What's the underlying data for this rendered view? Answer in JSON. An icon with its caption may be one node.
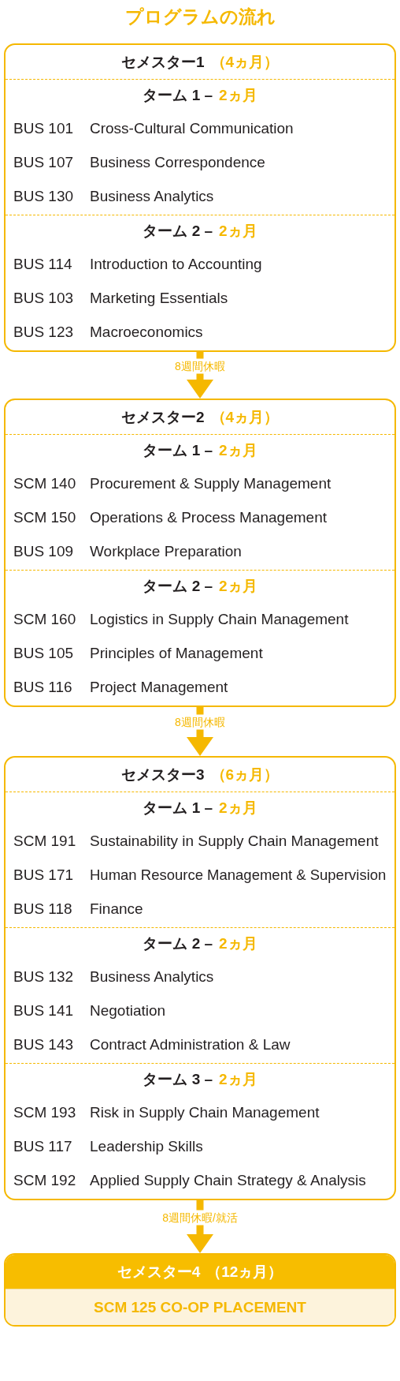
{
  "diagram": {
    "title": "プログラムの流れ",
    "nodes": [
      {
        "text": [
          "セメスター1",
          "（4ヵ月）"
        ]
      },
      {
        "text": [
          "ターム 1 –",
          "2ヵ月",
          "BUS 101",
          "Cross-Cultural Communication",
          "BUS 107",
          "Business Correspondence",
          "BUS 130",
          "Business Analytics"
        ],
        "in": 0
      },
      {
        "text": [
          "ターム 2 –",
          "2ヵ月",
          "BUS 114",
          "Introduction to Accounting",
          "BUS 103",
          "Marketing Essentials",
          "BUS 123",
          "Macroeconomics"
        ],
        "in": 0
      },
      {
        "text": [
          "セメスター2",
          "（4ヵ月）"
        ]
      },
      {
        "text": [
          "ターム 1 –",
          "2ヵ月",
          "SCM 140",
          "Procurement & Supply Management",
          "SCM 150",
          "Operations & Process Management",
          "BUS 109",
          "Workplace Preparation"
        ],
        "in": 3
      },
      {
        "text": [
          "ターム 2 –",
          "2ヵ月",
          "SCM 160",
          "Logistics in Supply Chain Management",
          "BUS 105",
          "Principles of Management",
          "BUS 116",
          "Project Management"
        ],
        "in": 3
      },
      {
        "text": [
          "セメスター3",
          "（6ヵ月）"
        ]
      },
      {
        "text": [
          "ターム 1 –",
          "2ヵ月",
          "SCM 191",
          "Sustainability in Supply Chain Management",
          "BUS 171",
          "Human Resource Management & Supervision",
          "BUS 118",
          "Finance"
        ],
        "in": 6
      },
      {
        "text": [
          "ターム 2 –",
          "2ヵ月",
          "BUS 132",
          "Business Analytics",
          "BUS 141",
          "Negotiation",
          "BUS 143",
          "Contract Administration & Law"
        ],
        "in": 6
      },
      {
        "text": [
          "ターム 3 –",
          "2ヵ月",
          "SCM 193",
          "Risk in Supply Chain Management",
          "BUS 117",
          "Leadership Skills",
          "SCM 192",
          "Applied Supply Chain Strategy & Analysis"
        ],
        "in": 6
      },
      {
        "text": [
          "セメスター4",
          "（12ヵ月）"
        ]
      },
      {
        "text": [
          "SCM 125 CO-OP PLACEMENT"
        ],
        "in": 10
      }
    ],
    "edges": [
      {
        "from": 0,
        "to": 3,
        "arrow": "to",
        "label": "8週間休暇"
      },
      {
        "from": 3,
        "to": 6,
        "arrow": "to",
        "label": "8週間休暇"
      },
      {
        "from": 6,
        "to": 10,
        "arrow": "to",
        "label": "8週間休暇/就活"
      }
    ]
  }
}
